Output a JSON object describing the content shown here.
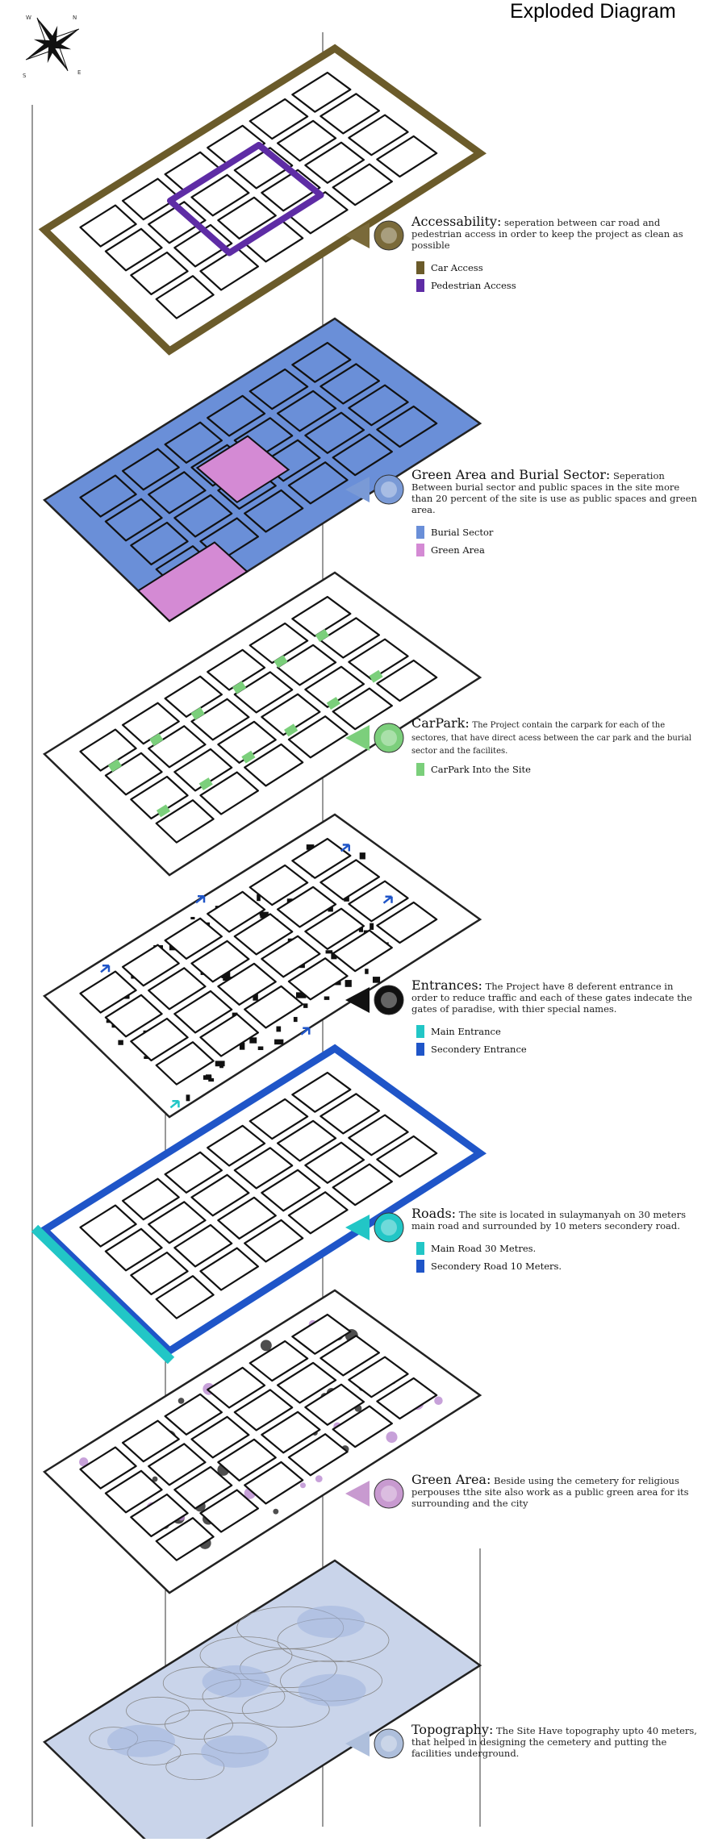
{
  "title": "Exploded Diagram",
  "compass": {
    "letters": [
      "N",
      "E",
      "S",
      "W"
    ]
  },
  "layers": [
    {
      "id": "accessability",
      "heading": "Accessability:",
      "text": "seperation between car road and pedestrian access in order to keep the project as clean as possible",
      "marker_color": "#7a6a3a",
      "legend": [
        {
          "label": "Car Access",
          "color": "#6b5b2a"
        },
        {
          "label": "Pedestrian Access",
          "color": "#5e2ca5"
        }
      ]
    },
    {
      "id": "green-burial",
      "heading": "Green Area and Burial Sector:",
      "text": "Seperation Between burial sector and public spaces in the site more than 20 percent of the site is use as public spaces and green area.",
      "marker_color": "#7a9ad6",
      "legend": [
        {
          "label": "Burial Sector",
          "color": "#6a8fd8"
        },
        {
          "label": "Green Area",
          "color": "#d48ad4"
        }
      ]
    },
    {
      "id": "carpark",
      "heading": "CarPark:",
      "text": "The Project contain the carpark for each of the sectores, that have direct acess between the car park and the burial sector and the facilites.",
      "marker_color": "#7ccf7c",
      "legend": [
        {
          "label": "CarPark Into the Site",
          "color": "#7bcf7b"
        }
      ]
    },
    {
      "id": "entrances",
      "heading": "Entrances:",
      "text": "The Project have 8 deferent entrance in order to reduce traffic and each of these gates indecate the gates of paradise, with thier special names.",
      "marker_color": "#111111",
      "legend": [
        {
          "label": "Main Entrance",
          "color": "#22c6c6"
        },
        {
          "label": "Secondery Entrance",
          "color": "#1f55c8"
        }
      ]
    },
    {
      "id": "roads",
      "heading": "Roads:",
      "text": "The site is located in sulaymanyah on 30 meters main road and surrounded by 10 meters secondery road.",
      "marker_color": "#22c6c6",
      "legend": [
        {
          "label": "Main Road 30 Metres.",
          "color": "#22c6c6"
        },
        {
          "label": "Secondery Road 10 Meters.",
          "color": "#1f55c8"
        }
      ]
    },
    {
      "id": "green-area",
      "heading": "Green Area:",
      "text": "Beside using the cemetery for religious perpouses tthe site also work as a public green area for its surrounding and the city",
      "marker_color": "#c89ad0",
      "legend": []
    },
    {
      "id": "topography",
      "heading": "Topography:",
      "text": "The Site Have topography upto 40 meters, that helped in designing the cemetery and putting the facilities underground.",
      "marker_color": "#aebfdc",
      "legend": []
    }
  ]
}
